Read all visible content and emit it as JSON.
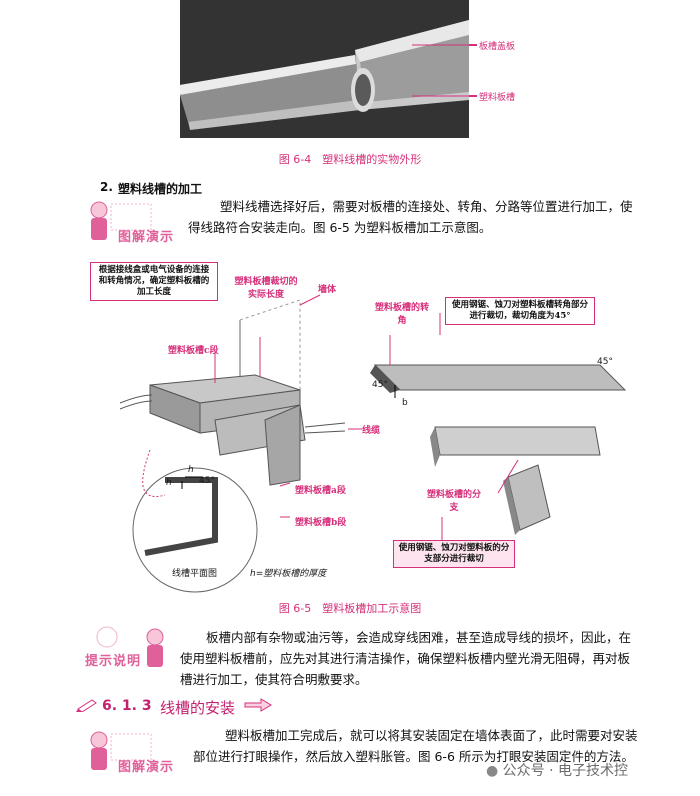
{
  "fig64": {
    "label_cover": "板槽盖板",
    "label_body": "塑料板槽",
    "caption": "图 6-4　塑料线槽的实物外形"
  },
  "section2": {
    "number": "2.",
    "title": "塑料线槽的加工",
    "badge": "图解演示",
    "para": "塑料线槽选择好后，需要对板槽的连接处、转角、分路等位置进行加工，使得线路符合安装走向。图 6-5 为塑料板槽加工示意图。"
  },
  "fig65": {
    "box1": "根据接线盒或电气设备的连接和转角情况，确定塑料板槽的加工长度",
    "label_cut_length": "塑料板槽裁切的实际长度",
    "label_wall": "墙体",
    "label_c": "塑料板槽c段",
    "label_wire": "线缆",
    "label_a": "塑料板槽a段",
    "label_b": "塑料板槽b段",
    "label_h": "h",
    "label_h2": "h",
    "label_45a": "45°",
    "label_plan": "线槽平面图",
    "label_h_def": "h=塑料板槽的厚度",
    "label_corner": "塑料板槽的转角",
    "box2": "使用钢锯、蚀刀对塑料板槽转角部分进行裁切，裁切角度为45°",
    "label_45b": "45°",
    "label_45c": "45°",
    "label_bb": "b",
    "label_branch": "塑料板槽的分支",
    "box3": "使用钢锯、蚀刀对塑料板的分支部分进行裁切",
    "caption": "图 6-5　塑料板槽加工示意图"
  },
  "tip": {
    "badge": "提示说明",
    "para": "板槽内部有杂物或油污等，会造成穿线困难，甚至造成导线的损坏，因此，在使用塑料板槽前，应先对其进行清洁操作，确保塑料板槽内壁光滑无阻碍，再对板槽进行加工，使其符合明敷要求。"
  },
  "section613": {
    "number": "6. 1. 3",
    "title": "线槽的安装",
    "badge": "图解演示",
    "para": "塑料板槽加工完成后，就可以将其安装固定在墙体表面了，此时需要对安装部位进行打眼操作，然后放入塑料胀管。图 6-6 所示为打眼安装固定件的方法。"
  },
  "watermark": "公众号 · 电子技术控",
  "colors": {
    "accent": "#d6307a",
    "badge": "#e0609a"
  }
}
